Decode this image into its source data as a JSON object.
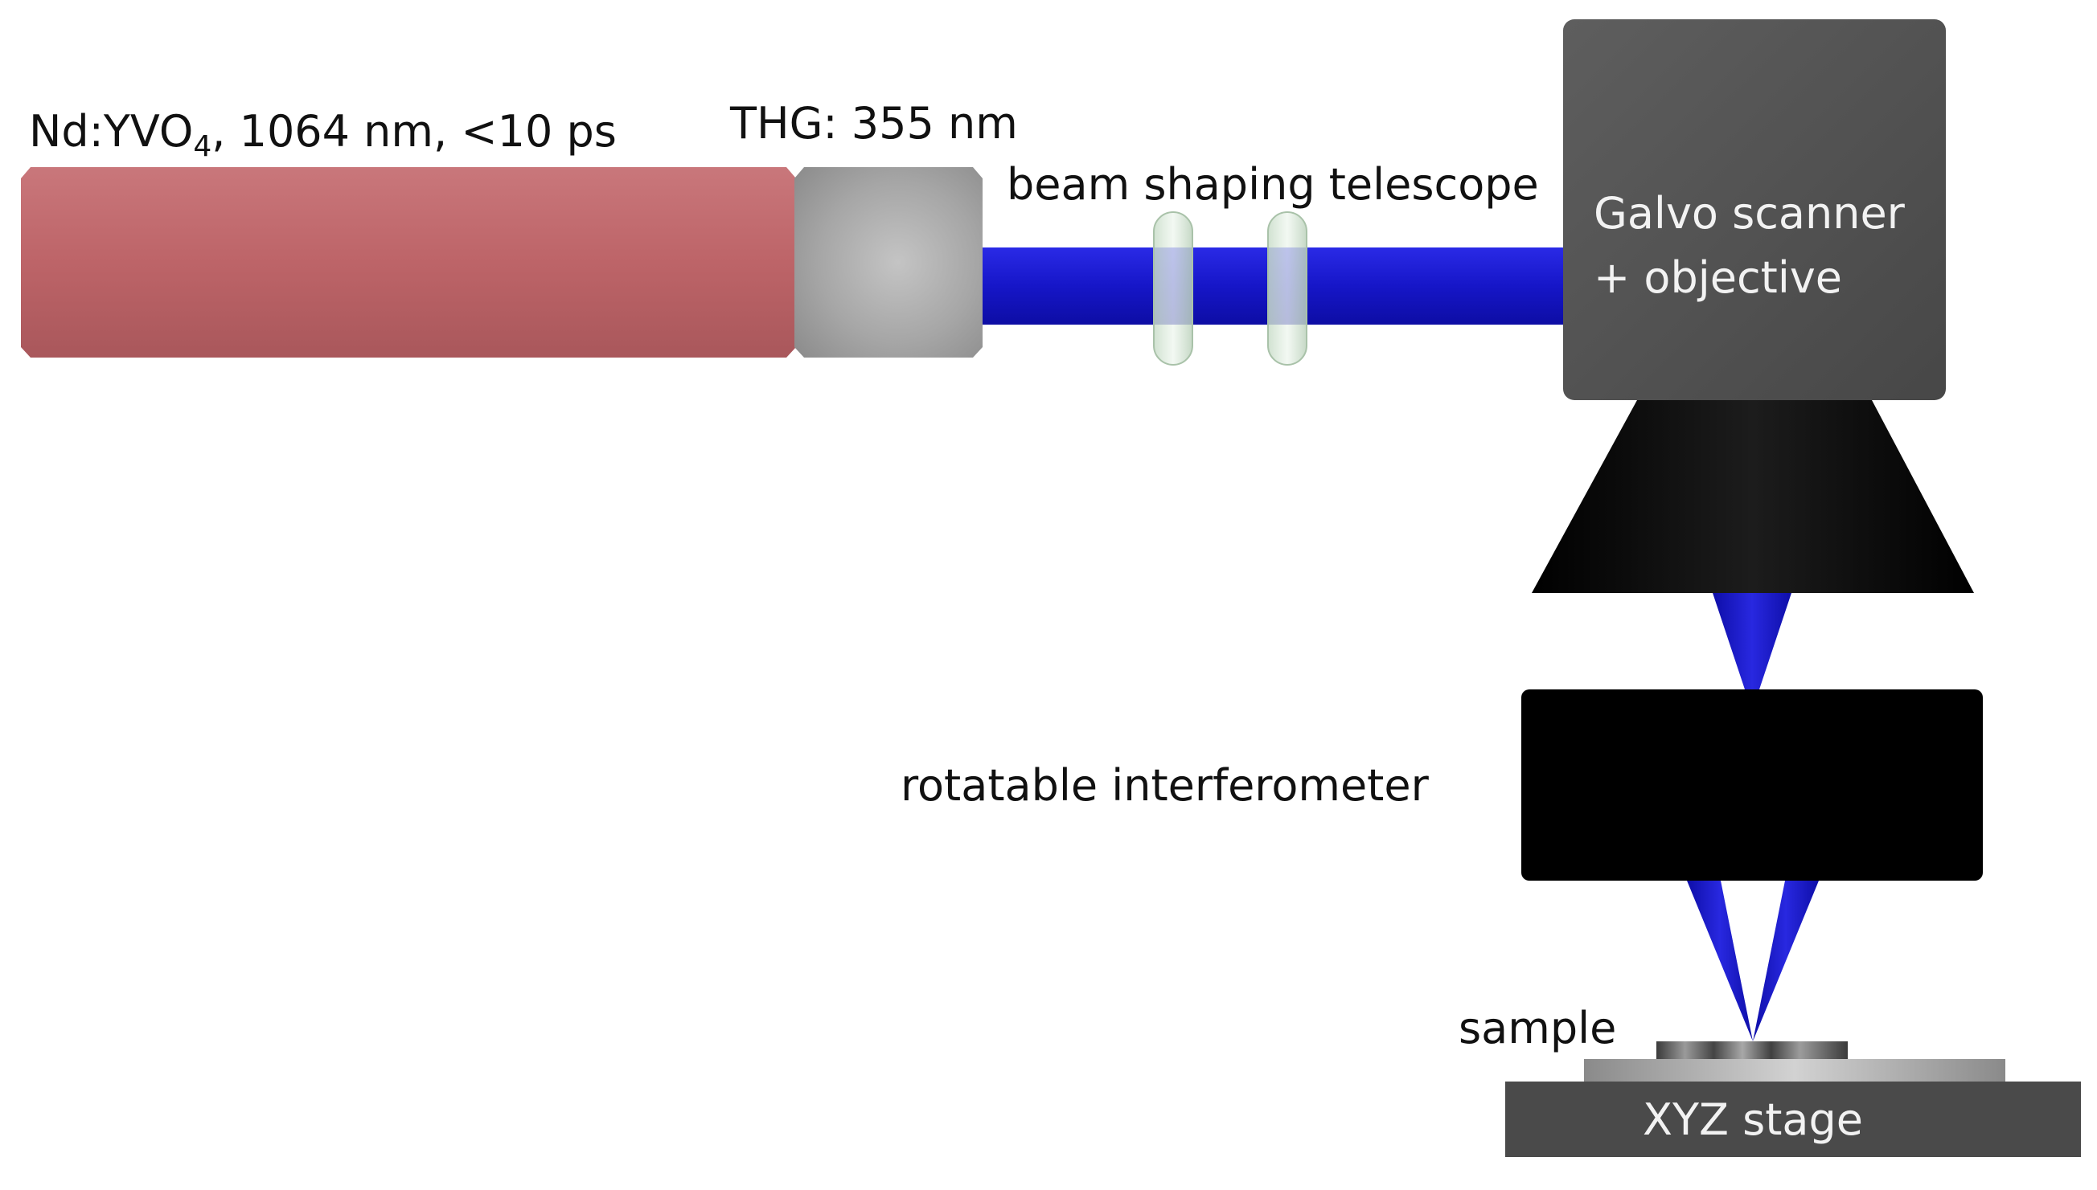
{
  "labels": {
    "laser_prefix": "Nd:YVO",
    "laser_subscript": "4",
    "laser_suffix": ", 1064 nm, <10 ps",
    "thg": "THG: 355 nm",
    "telescope": "beam shaping telescope",
    "scanner_line1": "Galvo scanner",
    "scanner_line2": "+ objective",
    "interferometer": "rotatable interferometer",
    "sample": "sample",
    "stage": "XYZ stage"
  },
  "colors": {
    "laser_body": "#bf6469",
    "thg_crystal": "#a8a8a8",
    "beam": "#1a1ad6",
    "lens": "#d6e6d6",
    "scanner_box": "#545454",
    "objective": "#000000",
    "interferometer": "#000000",
    "stage": "#4a4a4a",
    "text_dark": "#111111",
    "text_light": "#f2f2f2"
  }
}
